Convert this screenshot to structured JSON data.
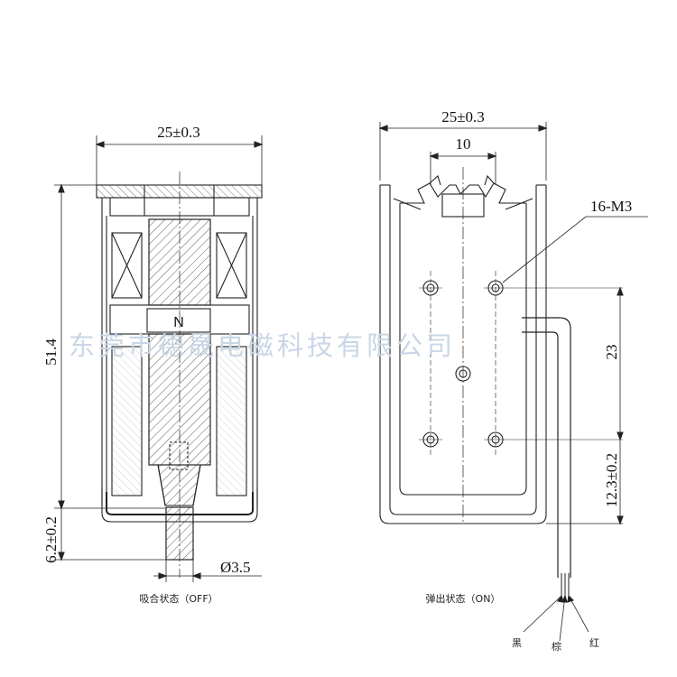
{
  "left_view": {
    "width_dim": "25±0.3",
    "height_dim": "51.4",
    "stroke_dim": "6.2±0.2",
    "shaft_dim": "Ø3.5",
    "pole_label": "N",
    "caption": "吸合状态（OFF）"
  },
  "right_view": {
    "width_dim": "25±0.3",
    "inner_dim": "10",
    "thread_label": "16-M3",
    "hole_spacing_dim": "23",
    "hole_offset_dim": "12.3±0.2",
    "caption": "弹出状态（ON）",
    "wire_colors": [
      "黑",
      "棕",
      "红"
    ]
  },
  "watermark": "东莞市德晟电磁科技有限公司"
}
